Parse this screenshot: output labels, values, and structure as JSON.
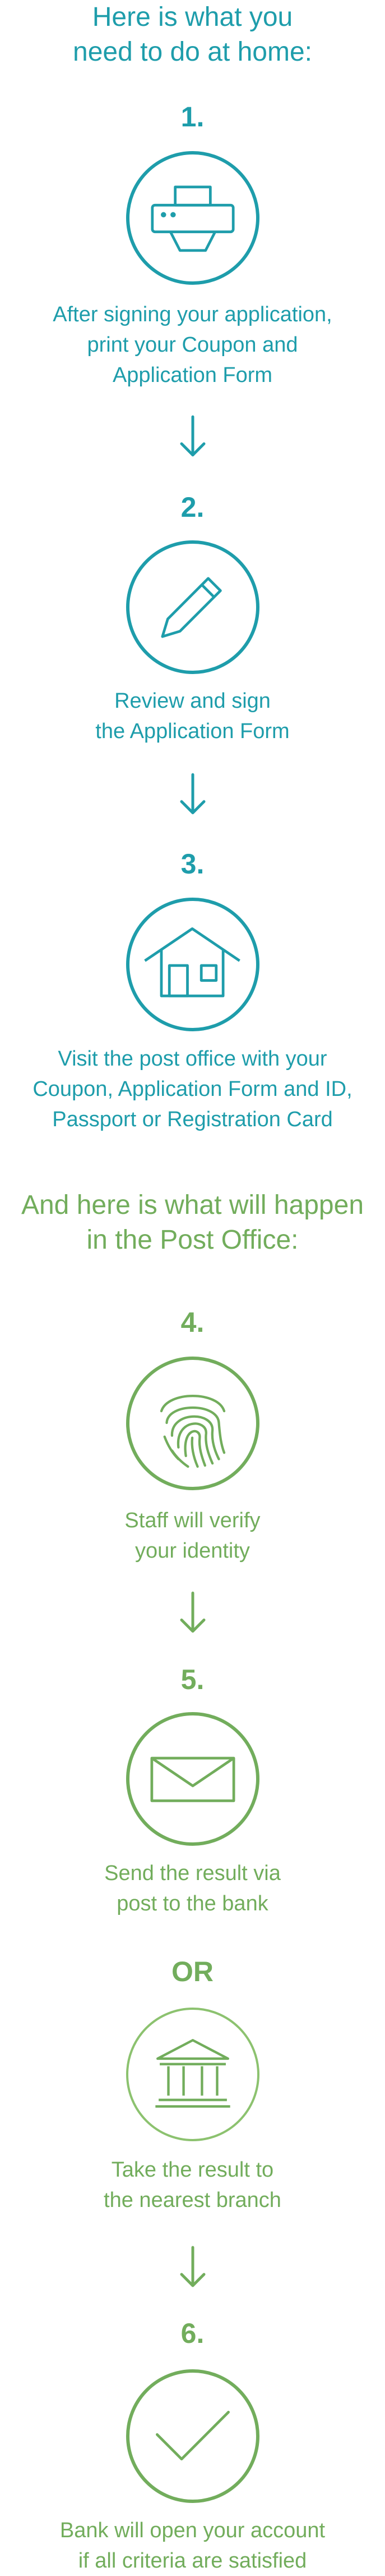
{
  "colors": {
    "teal": "#1e9dab",
    "green": "#72ad5c"
  },
  "home_section": {
    "heading": [
      "Here is what you",
      "need to do at home:"
    ],
    "steps": [
      {
        "number": "1.",
        "icon": "printer-icon",
        "description": [
          "After signing your application,",
          "print your Coupon and",
          "Application Form"
        ]
      },
      {
        "number": "2.",
        "icon": "pencil-icon",
        "description": [
          "Review and sign",
          "the Application Form"
        ]
      },
      {
        "number": "3.",
        "icon": "house-icon",
        "description": [
          "Visit the post office with your",
          "Coupon, Application Form and ID,",
          "Passport or Registration Card"
        ]
      }
    ]
  },
  "post_office_section": {
    "heading": [
      "And here is what will happen",
      "in the Post Office:"
    ],
    "steps": [
      {
        "number": "4.",
        "icon": "fingerprint-icon",
        "description": [
          "Staff will verify",
          "your identity"
        ]
      },
      {
        "number": "5.",
        "icon": "envelope-icon",
        "description": [
          "Send the result via",
          "post to the bank"
        ]
      },
      {
        "alternative_label": "OR",
        "icon": "bank-building-icon",
        "description": [
          "Take the result to",
          "the nearest branch"
        ]
      },
      {
        "number": "6.",
        "icon": "checkmark-icon",
        "description": [
          "Bank will open your account",
          "if all criteria are satisfied"
        ]
      }
    ]
  }
}
